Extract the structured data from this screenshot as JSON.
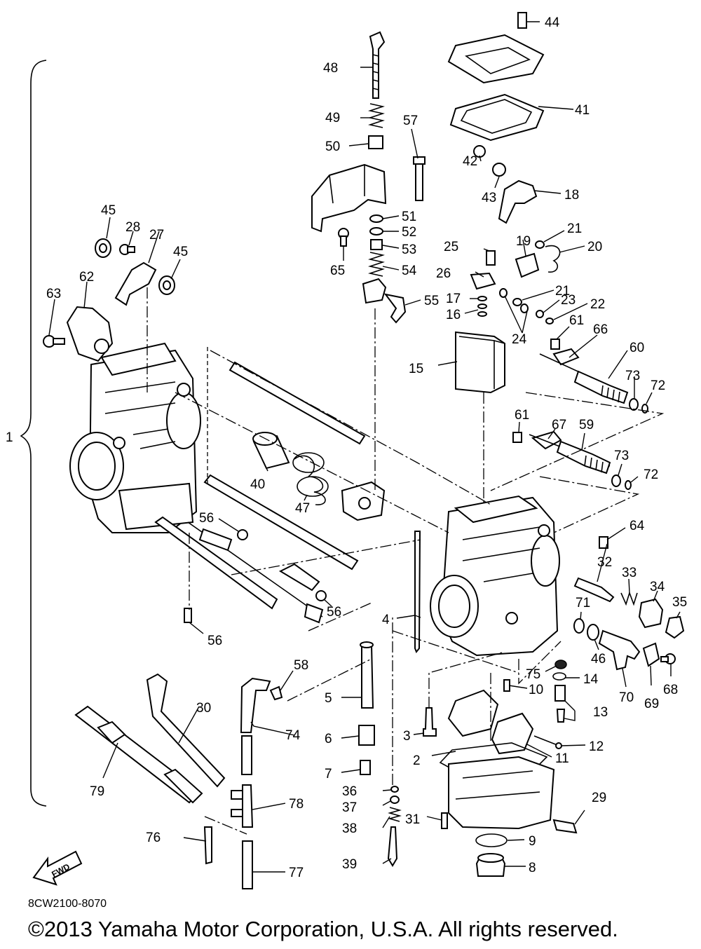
{
  "diagram": {
    "catalog_code": "8CW2100-8070",
    "copyright": "©2013 Yamaha Motor Corporation, U.S.A. All rights reserved.",
    "fwd_label": "FWD",
    "callouts": {
      "c1": "1",
      "c2": "2",
      "c3": "3",
      "c4": "4",
      "c5": "5",
      "c6": "6",
      "c7": "7",
      "c8": "8",
      "c9": "9",
      "c10": "10",
      "c11": "11",
      "c12": "12",
      "c13": "13",
      "c14": "14",
      "c15": "15",
      "c16": "16",
      "c17": "17",
      "c18": "18",
      "c19": "19",
      "c20": "20",
      "c21a": "21",
      "c21b": "21",
      "c22": "22",
      "c23": "23",
      "c24": "24",
      "c25": "25",
      "c26": "26",
      "c27": "27",
      "c28": "28",
      "c29": "29",
      "c30": "30",
      "c31": "31",
      "c32": "32",
      "c33": "33",
      "c34": "34",
      "c35": "35",
      "c36": "36",
      "c37": "37",
      "c38": "38",
      "c39": "39",
      "c40": "40",
      "c41": "41",
      "c42": "42",
      "c43": "43",
      "c44": "44",
      "c45a": "45",
      "c45b": "45",
      "c46": "46",
      "c47": "47",
      "c48": "48",
      "c49": "49",
      "c50": "50",
      "c51": "51",
      "c52": "52",
      "c53": "53",
      "c54": "54",
      "c55": "55",
      "c56a": "56",
      "c56b": "56",
      "c56c": "56",
      "c57": "57",
      "c58": "58",
      "c59": "59",
      "c60": "60",
      "c61a": "61",
      "c61b": "61",
      "c62": "62",
      "c63": "63",
      "c64": "64",
      "c65": "65",
      "c66": "66",
      "c67": "67",
      "c68": "68",
      "c69": "69",
      "c70": "70",
      "c71": "71",
      "c72a": "72",
      "c72b": "72",
      "c73a": "73",
      "c73b": "73",
      "c74": "74",
      "c75": "75",
      "c76": "76",
      "c77": "77",
      "c78": "78",
      "c79": "79"
    }
  }
}
